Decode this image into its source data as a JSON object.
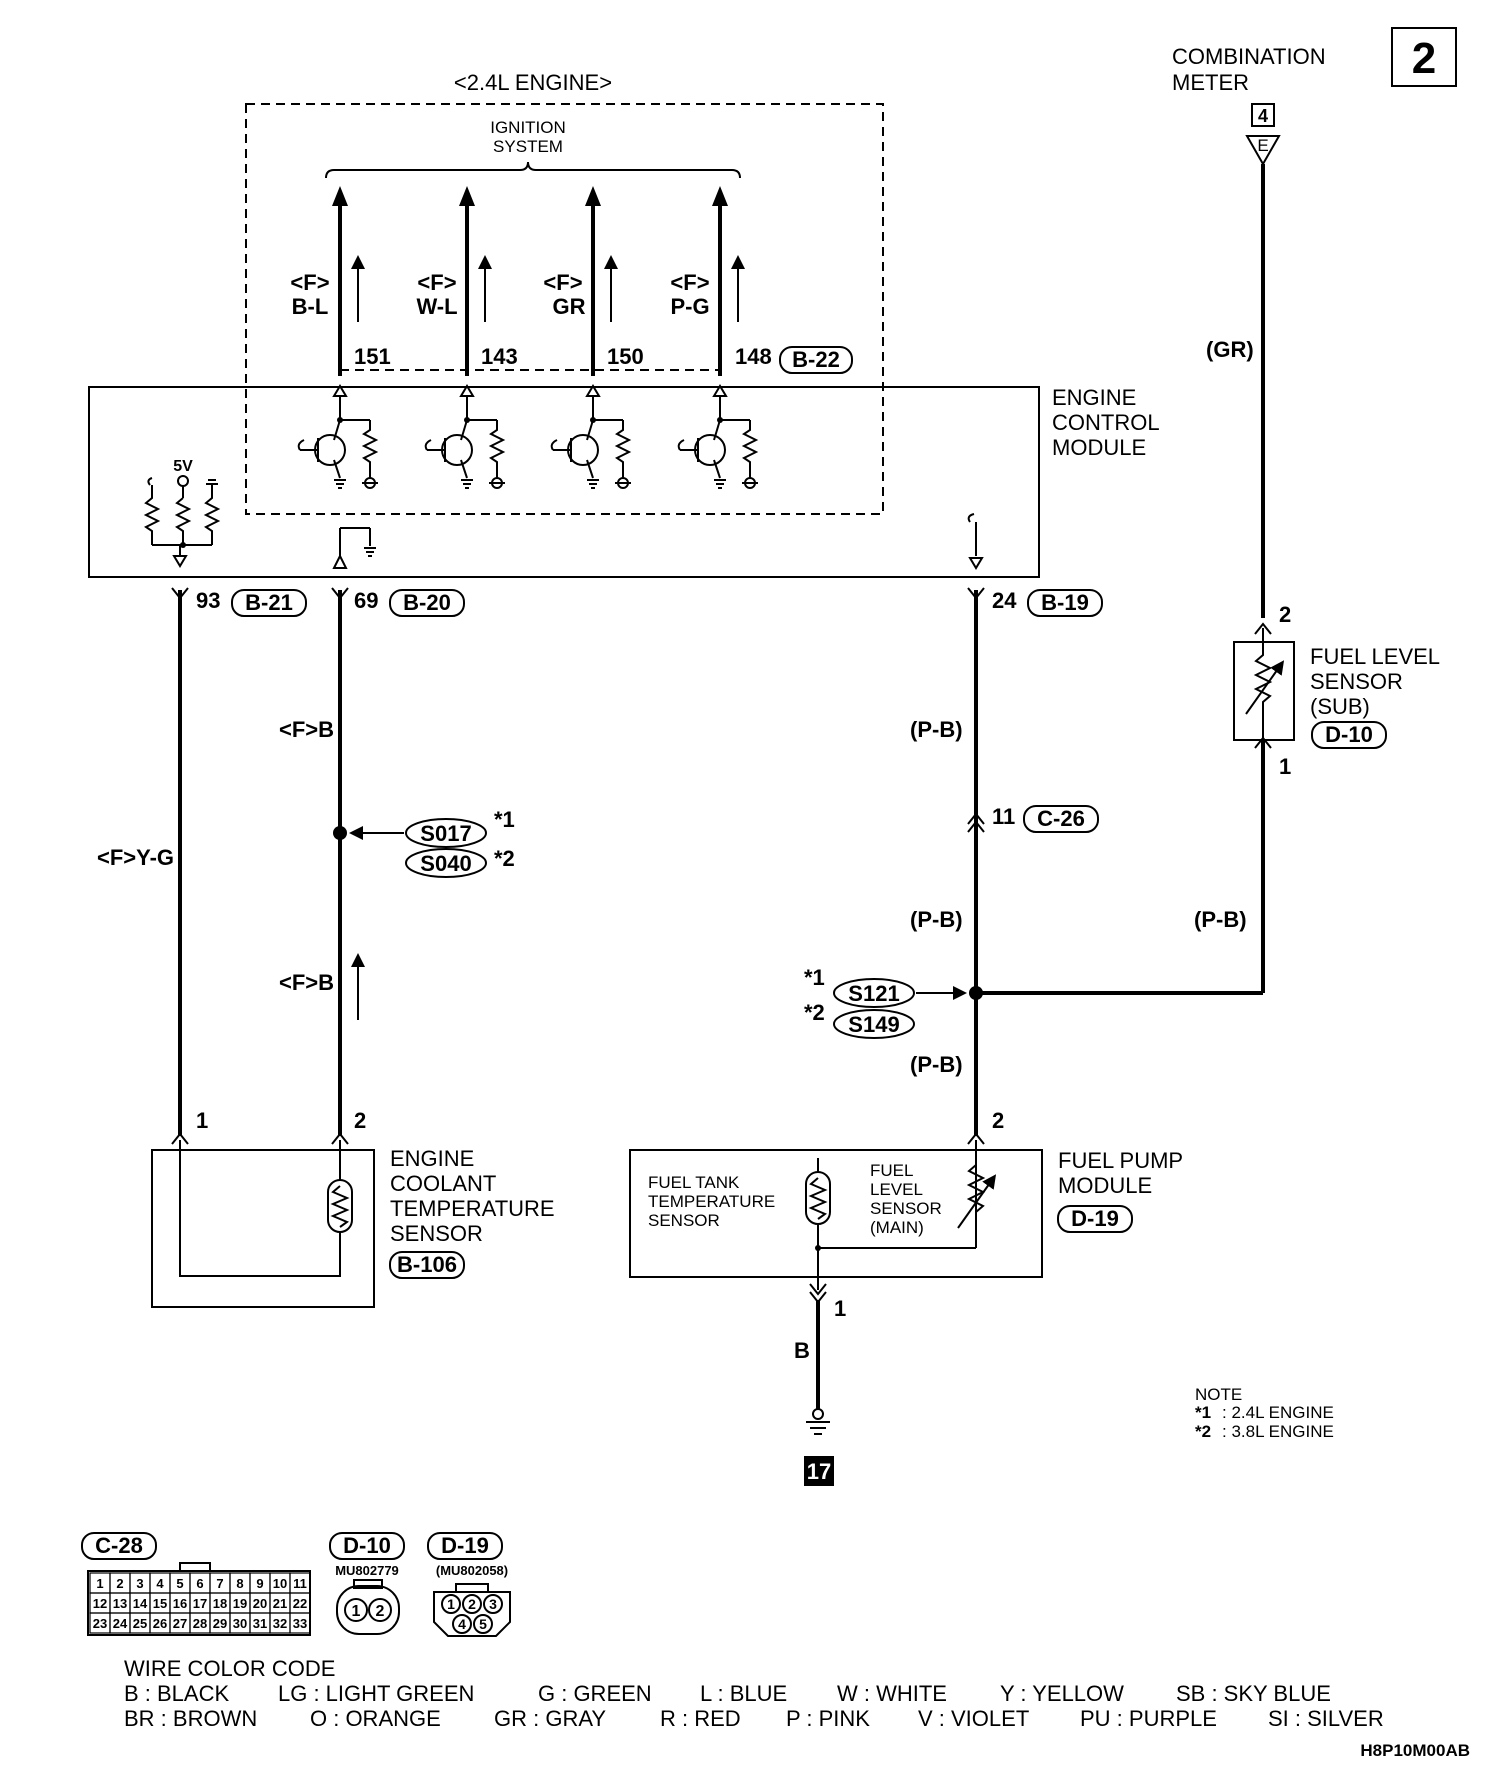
{
  "page_number": "2",
  "combination_meter": {
    "line1": "COMBINATION",
    "line2": "METER",
    "connector": "4",
    "terminal": "E"
  },
  "engine_group_title": "<2.4L ENGINE>",
  "ignition_system": {
    "line1": "IGNITION",
    "line2": "SYSTEM"
  },
  "ignition_wires": [
    {
      "prefix": "<F>",
      "color": "B-L",
      "terminal": "151"
    },
    {
      "prefix": "<F>",
      "color": "W-L",
      "terminal": "143"
    },
    {
      "prefix": "<F>",
      "color": "GR",
      "terminal": "150"
    },
    {
      "prefix": "<F>",
      "color": "P-G",
      "terminal": "148"
    }
  ],
  "ignition_connector": "B-22",
  "ecm": {
    "line1": "ENGINE",
    "line2": "CONTROL",
    "line3": "MODULE",
    "supply": "5V"
  },
  "ecm_terminals": [
    {
      "terminal": "93",
      "connector": "B-21"
    },
    {
      "terminal": "69",
      "connector": "B-20"
    },
    {
      "terminal": "24",
      "connector": "B-19"
    }
  ],
  "wire_labels": {
    "meter_wire": "(GR)",
    "ect_signal": "<F>Y-G",
    "ect_ground_upper": "<F>B",
    "ect_ground_lower": "<F>B",
    "fuel_1": "(P-B)",
    "fuel_2": "(P-B)",
    "fuel_3": "(P-B)",
    "fuel_sub": "(P-B)",
    "ground_wire": "B"
  },
  "splices": {
    "ect": {
      "a": "S017",
      "a_mark": "*1",
      "b": "S040",
      "b_mark": "*2"
    },
    "fuel": {
      "a": "S121",
      "a_mark": "*1",
      "b": "S149",
      "b_mark": "*2"
    }
  },
  "intermediate_connector": {
    "terminal": "11",
    "connector": "C-26"
  },
  "fuel_level_sub": {
    "line1": "FUEL LEVEL",
    "line2": "SENSOR",
    "line3": "(SUB)",
    "connector": "D-10",
    "pin_top": "2",
    "pin_bottom": "1"
  },
  "ect_sensor": {
    "line1": "ENGINE",
    "line2": "COOLANT",
    "line3": "TEMPERATURE",
    "line4": "SENSOR",
    "connector": "B-106",
    "pin1": "1",
    "pin2": "2"
  },
  "fuel_pump_module": {
    "line1": "FUEL PUMP",
    "line2": "MODULE",
    "connector": "D-19",
    "pin_top": "2",
    "pin_bottom": "1",
    "tank_temp": {
      "line1": "FUEL TANK",
      "line2": "TEMPERATURE",
      "line3": "SENSOR"
    },
    "level_main": {
      "line1": "FUEL",
      "line2": "LEVEL",
      "line3": "SENSOR",
      "line4": "(MAIN)"
    }
  },
  "ground_ref": "17",
  "note": {
    "title": "NOTE",
    "items": [
      {
        "mark": "*1",
        "text": ": 2.4L ENGINE"
      },
      {
        "mark": "*2",
        "text": ": 3.8L ENGINE"
      }
    ]
  },
  "connector_views": [
    {
      "label": "C-28",
      "part": "",
      "pins_row1": [
        "1",
        "2",
        "3",
        "4",
        "5",
        "6",
        "7",
        "8",
        "9",
        "10",
        "11"
      ],
      "pins_row2": [
        "12",
        "13",
        "14",
        "15",
        "16",
        "17",
        "18",
        "19",
        "20",
        "21",
        "22"
      ],
      "pins_row3": [
        "23",
        "24",
        "25",
        "26",
        "27",
        "28",
        "29",
        "30",
        "31",
        "32",
        "33"
      ]
    },
    {
      "label": "D-10",
      "part": "MU802779",
      "pins": [
        "1",
        "2"
      ]
    },
    {
      "label": "D-19",
      "part": "(MU802058)",
      "pins": [
        "1",
        "2",
        "3",
        "4",
        "5"
      ]
    }
  ],
  "wire_color_code": {
    "title": "WIRE COLOR CODE",
    "row1": [
      "B : BLACK",
      "LG : LIGHT GREEN",
      "G : GREEN",
      "L : BLUE",
      "W : WHITE",
      "Y : YELLOW",
      "SB : SKY BLUE"
    ],
    "row2": [
      "BR : BROWN",
      "O : ORANGE",
      "GR : GRAY",
      "R : RED",
      "P : PINK",
      "V : VIOLET",
      "PU : PURPLE",
      "SI : SILVER"
    ]
  },
  "figure_code": "H8P10M00AB"
}
